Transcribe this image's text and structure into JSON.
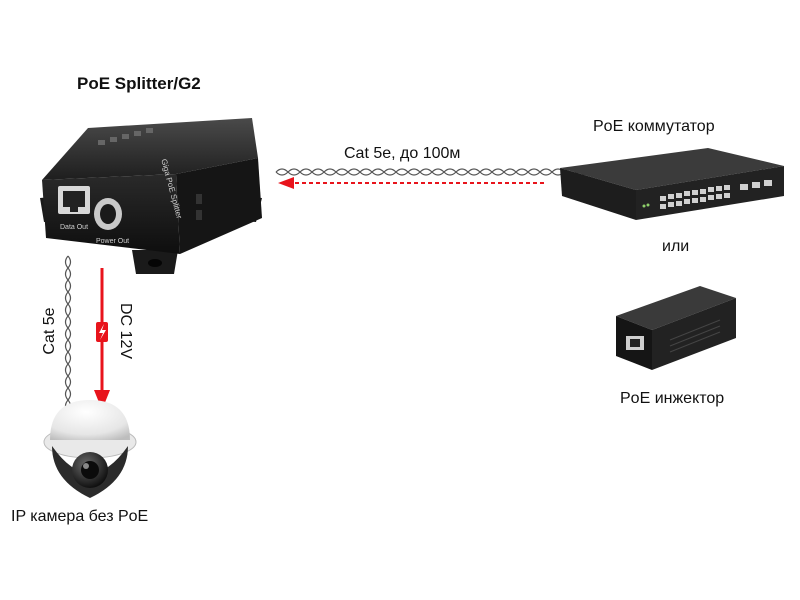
{
  "splitter": {
    "title": "PoE Splitter/G2",
    "port_data": "Data Out",
    "port_power": "Power Out",
    "side_text": "Giga PoE Splitter"
  },
  "link_top": {
    "label": "Cat 5e, до 100м"
  },
  "switch": {
    "label": "PoE коммутатор"
  },
  "or_label": "или",
  "injector": {
    "label": "PoE инжектор"
  },
  "cable_down": {
    "label": "Cat 5e"
  },
  "power_down": {
    "label": "DC 12V"
  },
  "camera": {
    "label": "IP камера без PoE"
  },
  "colors": {
    "arrow": "#e8141c",
    "cable": "#555555",
    "device": "#1c1c1c"
  }
}
